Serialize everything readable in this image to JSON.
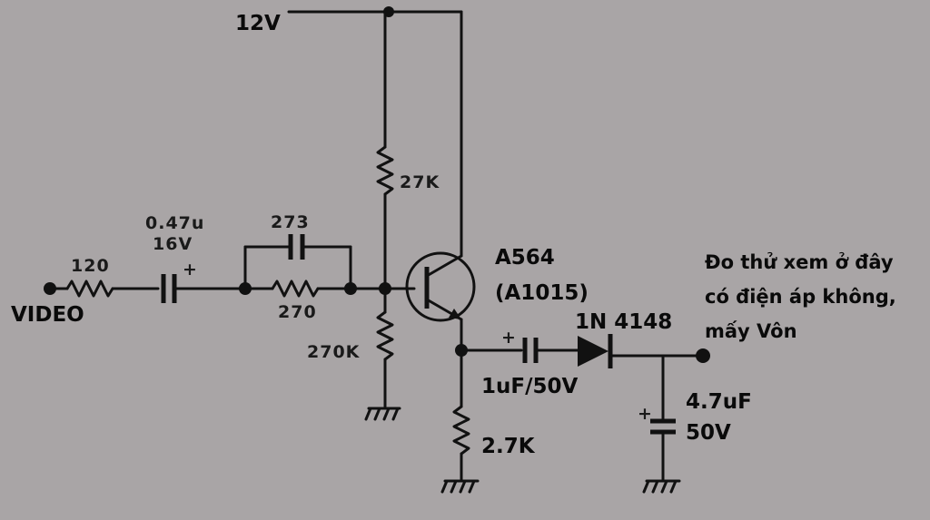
{
  "supply_label": "12V",
  "input": {
    "label": "VIDEO"
  },
  "resistors": {
    "r_input": "120",
    "r_parallel": "270",
    "r_collector": "27K",
    "r_base": "270K",
    "r_emitter": "2.7K"
  },
  "capacitors": {
    "c_coupling_value": "0.47u",
    "c_coupling_voltage": "16V",
    "c_parallel": "273",
    "c_output": "1uF/50V",
    "c_filter_value": "4.7uF",
    "c_filter_voltage": "50V"
  },
  "transistor": {
    "part": "A564",
    "alt_part": "(A1015)"
  },
  "diode": {
    "part": "1N 4148"
  },
  "note": {
    "line1": "Đo thử xem ở đây",
    "line2": "có điện áp không,",
    "line3": "mấy Vôn"
  }
}
